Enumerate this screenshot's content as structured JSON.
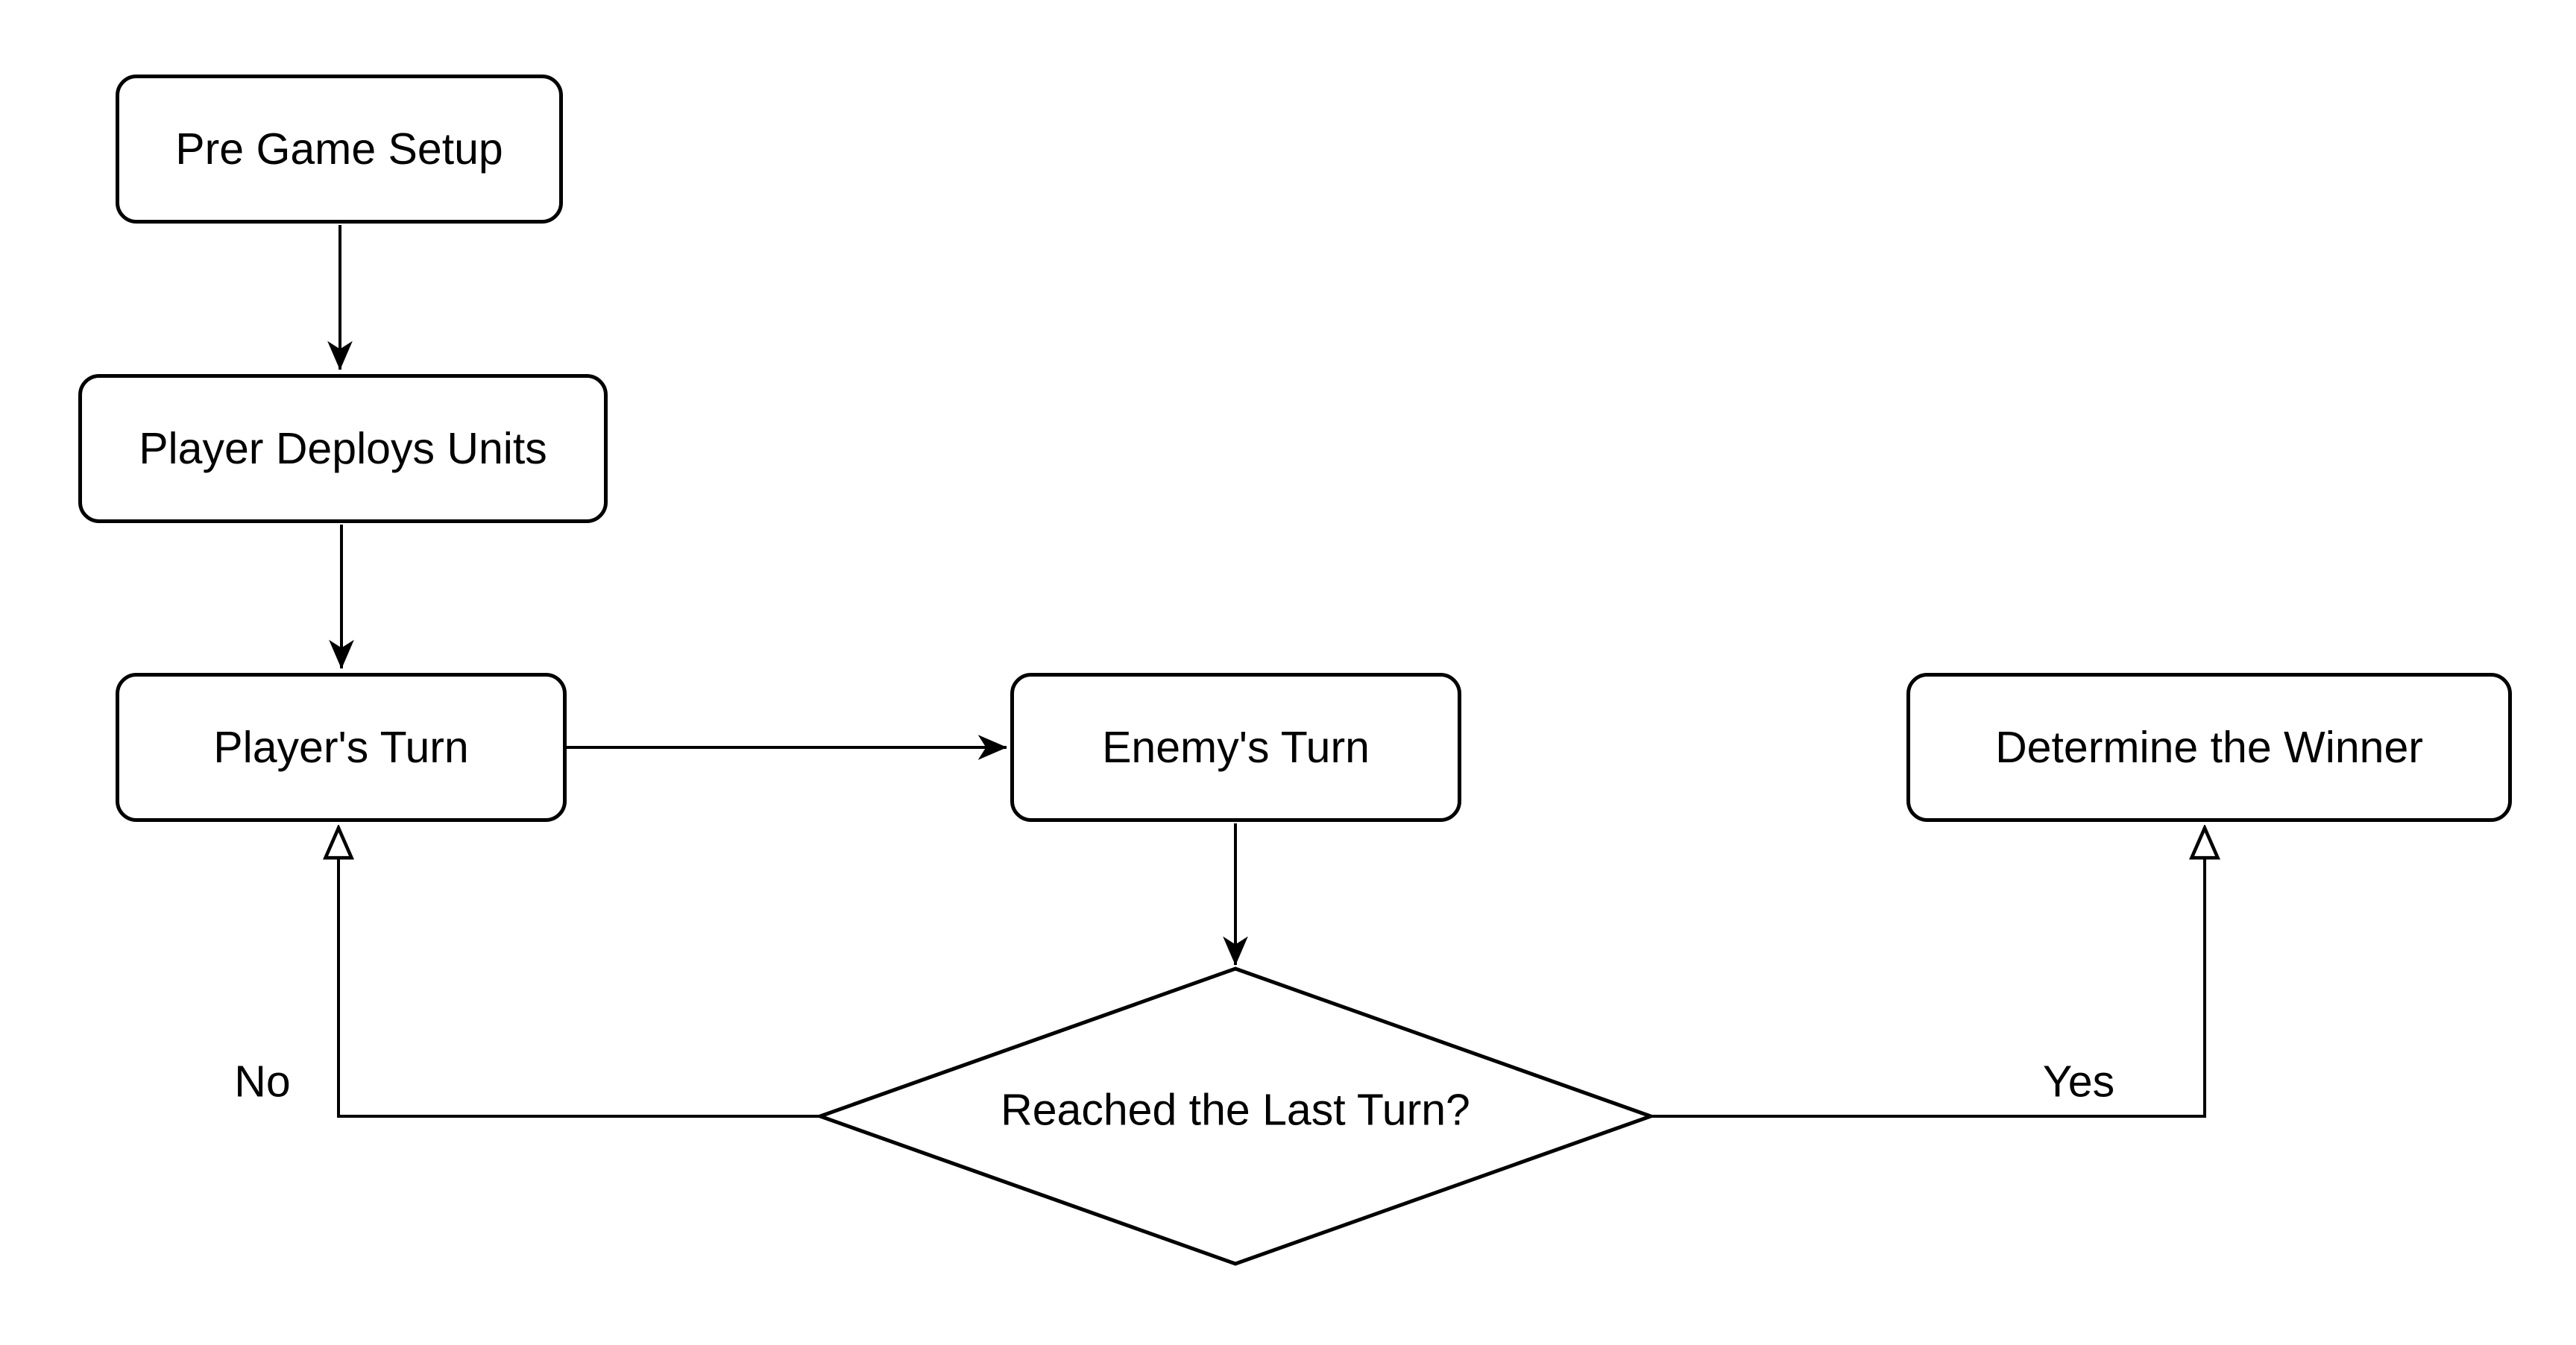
{
  "diagram_type": "flowchart",
  "colors": {
    "background": "#ffffff",
    "shape_fill": "#ffffff",
    "stroke": "#000000",
    "text": "#000000"
  },
  "nodes": {
    "pre_game_setup": {
      "label": "Pre Game Setup",
      "shape": "rounded-rectangle"
    },
    "player_deploys_units": {
      "label": "Player Deploys Units",
      "shape": "rounded-rectangle"
    },
    "players_turn": {
      "label": "Player's Turn",
      "shape": "rounded-rectangle"
    },
    "enemys_turn": {
      "label": "Enemy's Turn",
      "shape": "rounded-rectangle"
    },
    "determine_winner": {
      "label": "Determine the Winner",
      "shape": "rounded-rectangle"
    },
    "reached_last_turn": {
      "label": "Reached the Last Turn?",
      "shape": "diamond"
    }
  },
  "edges": [
    {
      "from": "pre_game_setup",
      "to": "player_deploys_units",
      "label": "",
      "arrowhead": "filled"
    },
    {
      "from": "player_deploys_units",
      "to": "players_turn",
      "label": "",
      "arrowhead": "filled"
    },
    {
      "from": "players_turn",
      "to": "enemys_turn",
      "label": "",
      "arrowhead": "filled"
    },
    {
      "from": "enemys_turn",
      "to": "reached_last_turn",
      "label": "",
      "arrowhead": "filled"
    },
    {
      "from": "reached_last_turn",
      "to": "players_turn",
      "label": "No",
      "arrowhead": "hollow"
    },
    {
      "from": "reached_last_turn",
      "to": "determine_winner",
      "label": "Yes",
      "arrowhead": "hollow"
    }
  ]
}
